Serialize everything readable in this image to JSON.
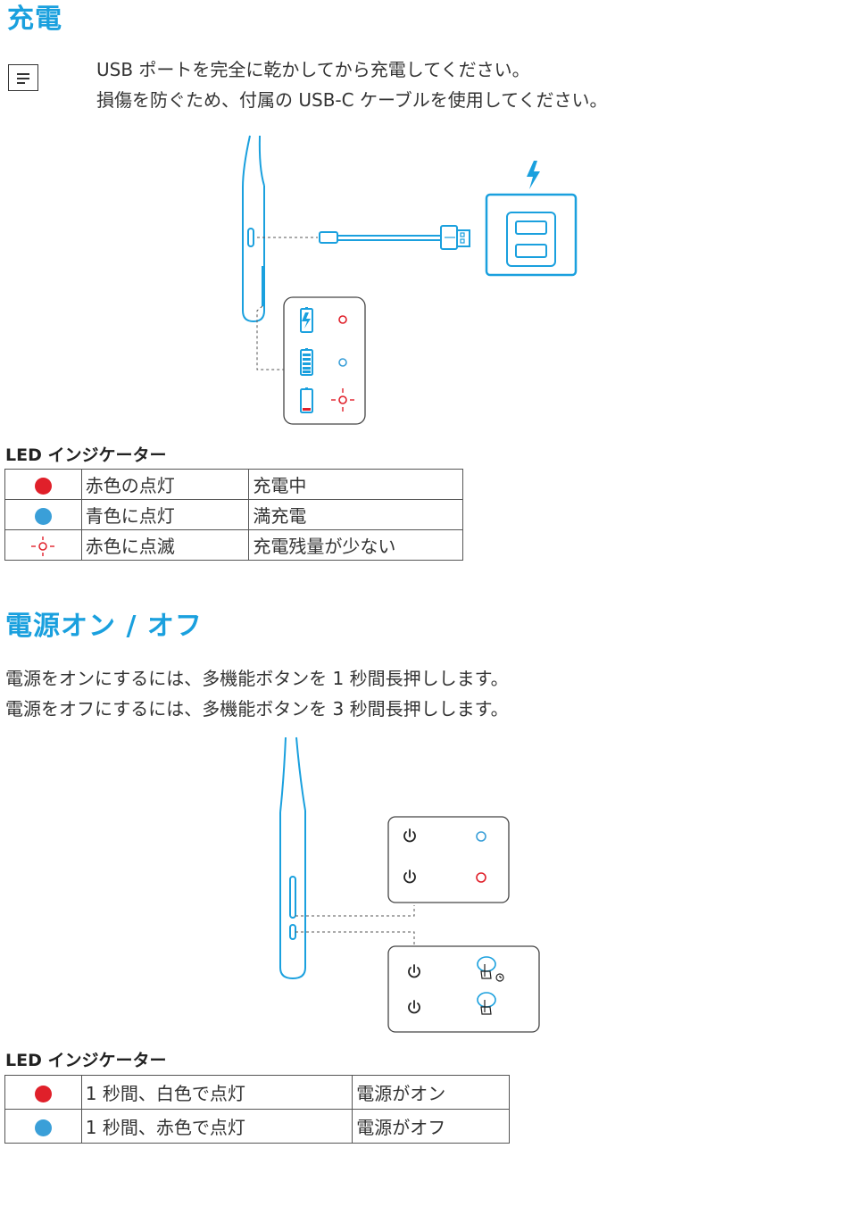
{
  "charging": {
    "title": "充電",
    "note_lines": [
      "USB ポートを完全に乾かしてから充電してください。",
      "損傷を防ぐため、付属の USB-C ケーブルを使用してください。"
    ],
    "led_heading": "LED インジケーター",
    "led_rows": [
      {
        "indicator": "red-dot",
        "color": "#e0202a",
        "state": "赤色の点灯",
        "meaning": "充電中"
      },
      {
        "indicator": "blue-dot",
        "color": "#3a9fd8",
        "state": "青色に点灯",
        "meaning": "満充電"
      },
      {
        "indicator": "blinking-red",
        "color": "#e0202a",
        "state": "赤色に点滅",
        "meaning": "充電残量が少ない"
      }
    ]
  },
  "power": {
    "title": "電源オン / オフ",
    "instructions": [
      "電源をオンにするには、多機能ボタンを 1 秒間長押しします。",
      "電源をオフにするには、多機能ボタンを 3 秒間長押しします。"
    ],
    "led_heading": "LED インジケーター",
    "led_rows": [
      {
        "indicator": "red-dot",
        "color": "#e0202a",
        "state": "1 秒間、白色で点灯",
        "meaning": "電源がオン"
      },
      {
        "indicator": "blue-dot",
        "color": "#3a9fd8",
        "state": "1 秒間、赤色で点灯",
        "meaning": "電源がオフ"
      }
    ]
  },
  "colors": {
    "accent": "#1aa0de",
    "red": "#e0202a",
    "blue": "#3a9fd8"
  }
}
